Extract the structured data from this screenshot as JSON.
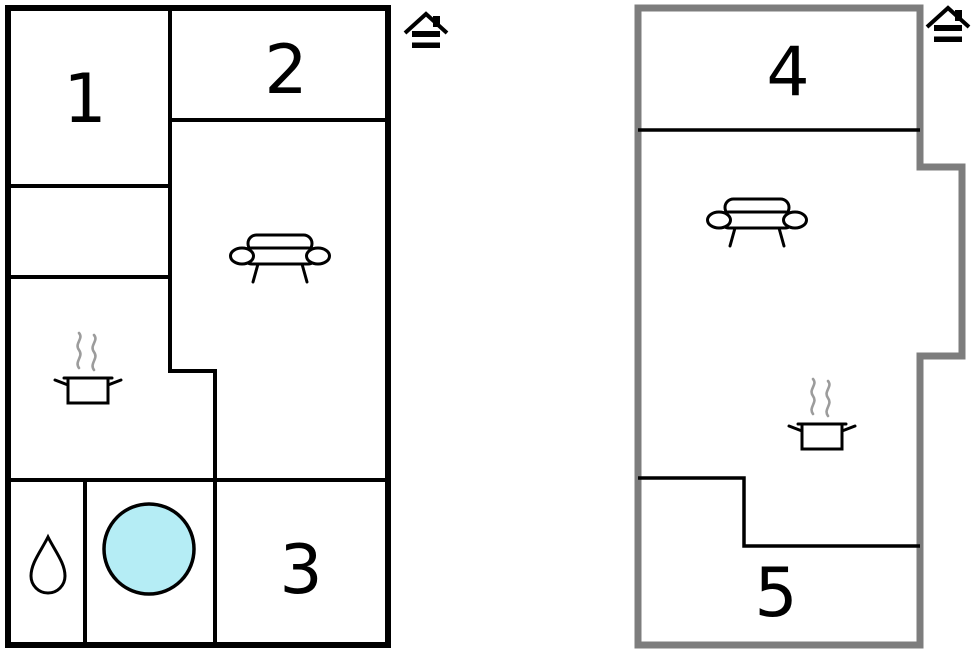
{
  "colors": {
    "background": "#ffffff",
    "wall": "#000000",
    "right_unit_outer_wall": "#7d7d7d",
    "room_label": "#000000",
    "steam": "#9c9c9c",
    "hot_tub_fill": "#b5edf5",
    "house_marker": "#000000",
    "furniture_fill": "#ffffff",
    "furniture_outline": "#000000"
  },
  "left_unit": {
    "room_labels": [
      "1",
      "2",
      "3"
    ],
    "icons": [
      "sofa-icon",
      "stove-pot-icon",
      "water-drop-icon",
      "hot-tub-icon",
      "house-marker-icon"
    ]
  },
  "right_unit": {
    "room_labels": [
      "4",
      "5"
    ],
    "icons": [
      "sofa-icon",
      "stove-pot-icon",
      "house-marker-icon"
    ]
  }
}
